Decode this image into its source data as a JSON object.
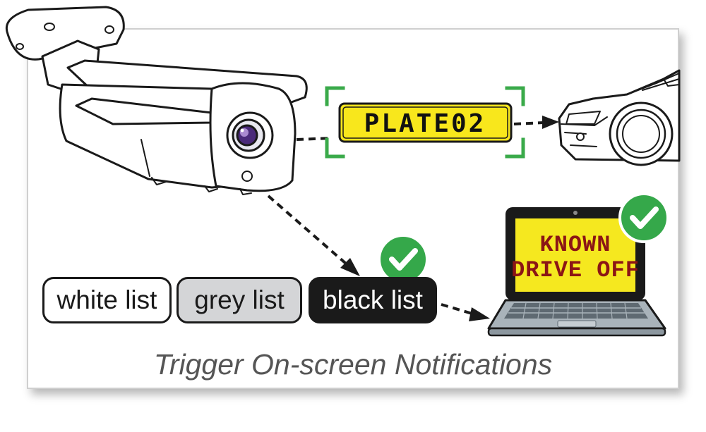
{
  "plate": {
    "text": "PLATE02"
  },
  "laptop": {
    "screen_line1": "KNOWN",
    "screen_line2": "DRIVE OFF"
  },
  "lists": {
    "white": "white list",
    "grey": "grey list",
    "black": "black list"
  },
  "caption": "Trigger On-screen Notifications",
  "colors": {
    "plate_yellow": "#f8e71c",
    "frame_green": "#3aaa4a",
    "check_green": "#35a84a",
    "screen_yellow": "#f5e81f",
    "screen_text": "#8b1515",
    "laptop_body": "#a9b3ba",
    "keyboard": "#5f6a72",
    "black_pill": "#1a1a1a",
    "grey_pill": "#d4d5d7"
  },
  "icons": [
    "security-camera-icon",
    "car-icon",
    "laptop-icon",
    "checkmark-badge-icon"
  ]
}
